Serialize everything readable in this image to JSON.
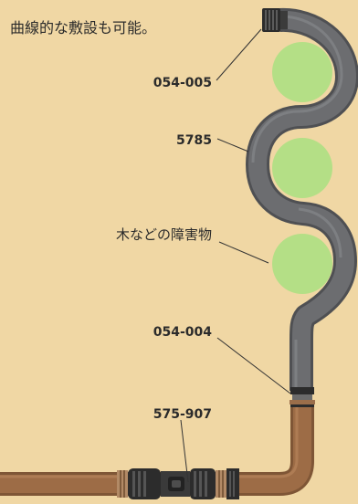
{
  "caption": "曲線的な敷設も可能。",
  "labels": {
    "top_fitting": "054-005",
    "hose": "5785",
    "obstacle": "木などの障害物",
    "bottom_fitting": "054-004",
    "connector": "575-907"
  },
  "colors": {
    "background": "#f0d7a4",
    "hose_gray": "#5a5b5e",
    "hose_gray_light": "#76777a",
    "hose_brown": "#9a6a45",
    "hose_brown_light": "#b48259",
    "obstacle_green": "#b4df86",
    "leader_line": "#333333",
    "fitting_dark": "#2c2c2c"
  }
}
